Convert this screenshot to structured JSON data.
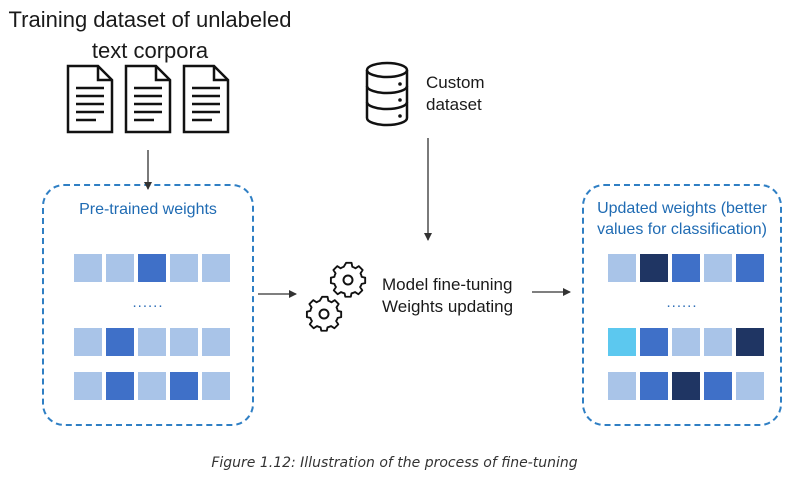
{
  "source": {
    "title_line1": "Training dataset of unlabeled",
    "title_line2": "text corpora",
    "document_icons": [
      "document-icon",
      "document-icon",
      "document-icon"
    ]
  },
  "custom": {
    "label_line1": "Custom",
    "label_line2": "dataset",
    "icon": "database-icon"
  },
  "pretrained": {
    "title": "Pre-trained weights",
    "dots": "......",
    "rows": [
      [
        "#a9c4e8",
        "#a9c4e8",
        "#3f70c8",
        "#a9c4e8",
        "#a9c4e8"
      ],
      [
        "#a9c4e8",
        "#3f70c8",
        "#a9c4e8",
        "#a9c4e8",
        "#a9c4e8"
      ],
      [
        "#a9c4e8",
        "#3f70c8",
        "#a9c4e8",
        "#3f70c8",
        "#a9c4e8"
      ]
    ]
  },
  "process": {
    "line1": "Model fine-tuning",
    "line2": "Weights updating",
    "icon": "gears-icon"
  },
  "updated": {
    "title_line1": "Updated weights (better",
    "title_line2": "values for classification)",
    "dots": "......",
    "rows": [
      [
        "#a9c4e8",
        "#1f3563",
        "#3f70c8",
        "#a9c4e8",
        "#3f70c8"
      ],
      [
        "#5cc8ef",
        "#3f70c8",
        "#a9c4e8",
        "#a9c4e8",
        "#1f3563"
      ],
      [
        "#a9c4e8",
        "#3f70c8",
        "#1f3563",
        "#3f70c8",
        "#a9c4e8"
      ]
    ]
  },
  "caption": "Figure 1.12: Illustration of the process of fine-tuning",
  "colors": {
    "box_border": "#2f7fc4",
    "box_title": "#1f6bb3",
    "arrow": "#333333"
  }
}
